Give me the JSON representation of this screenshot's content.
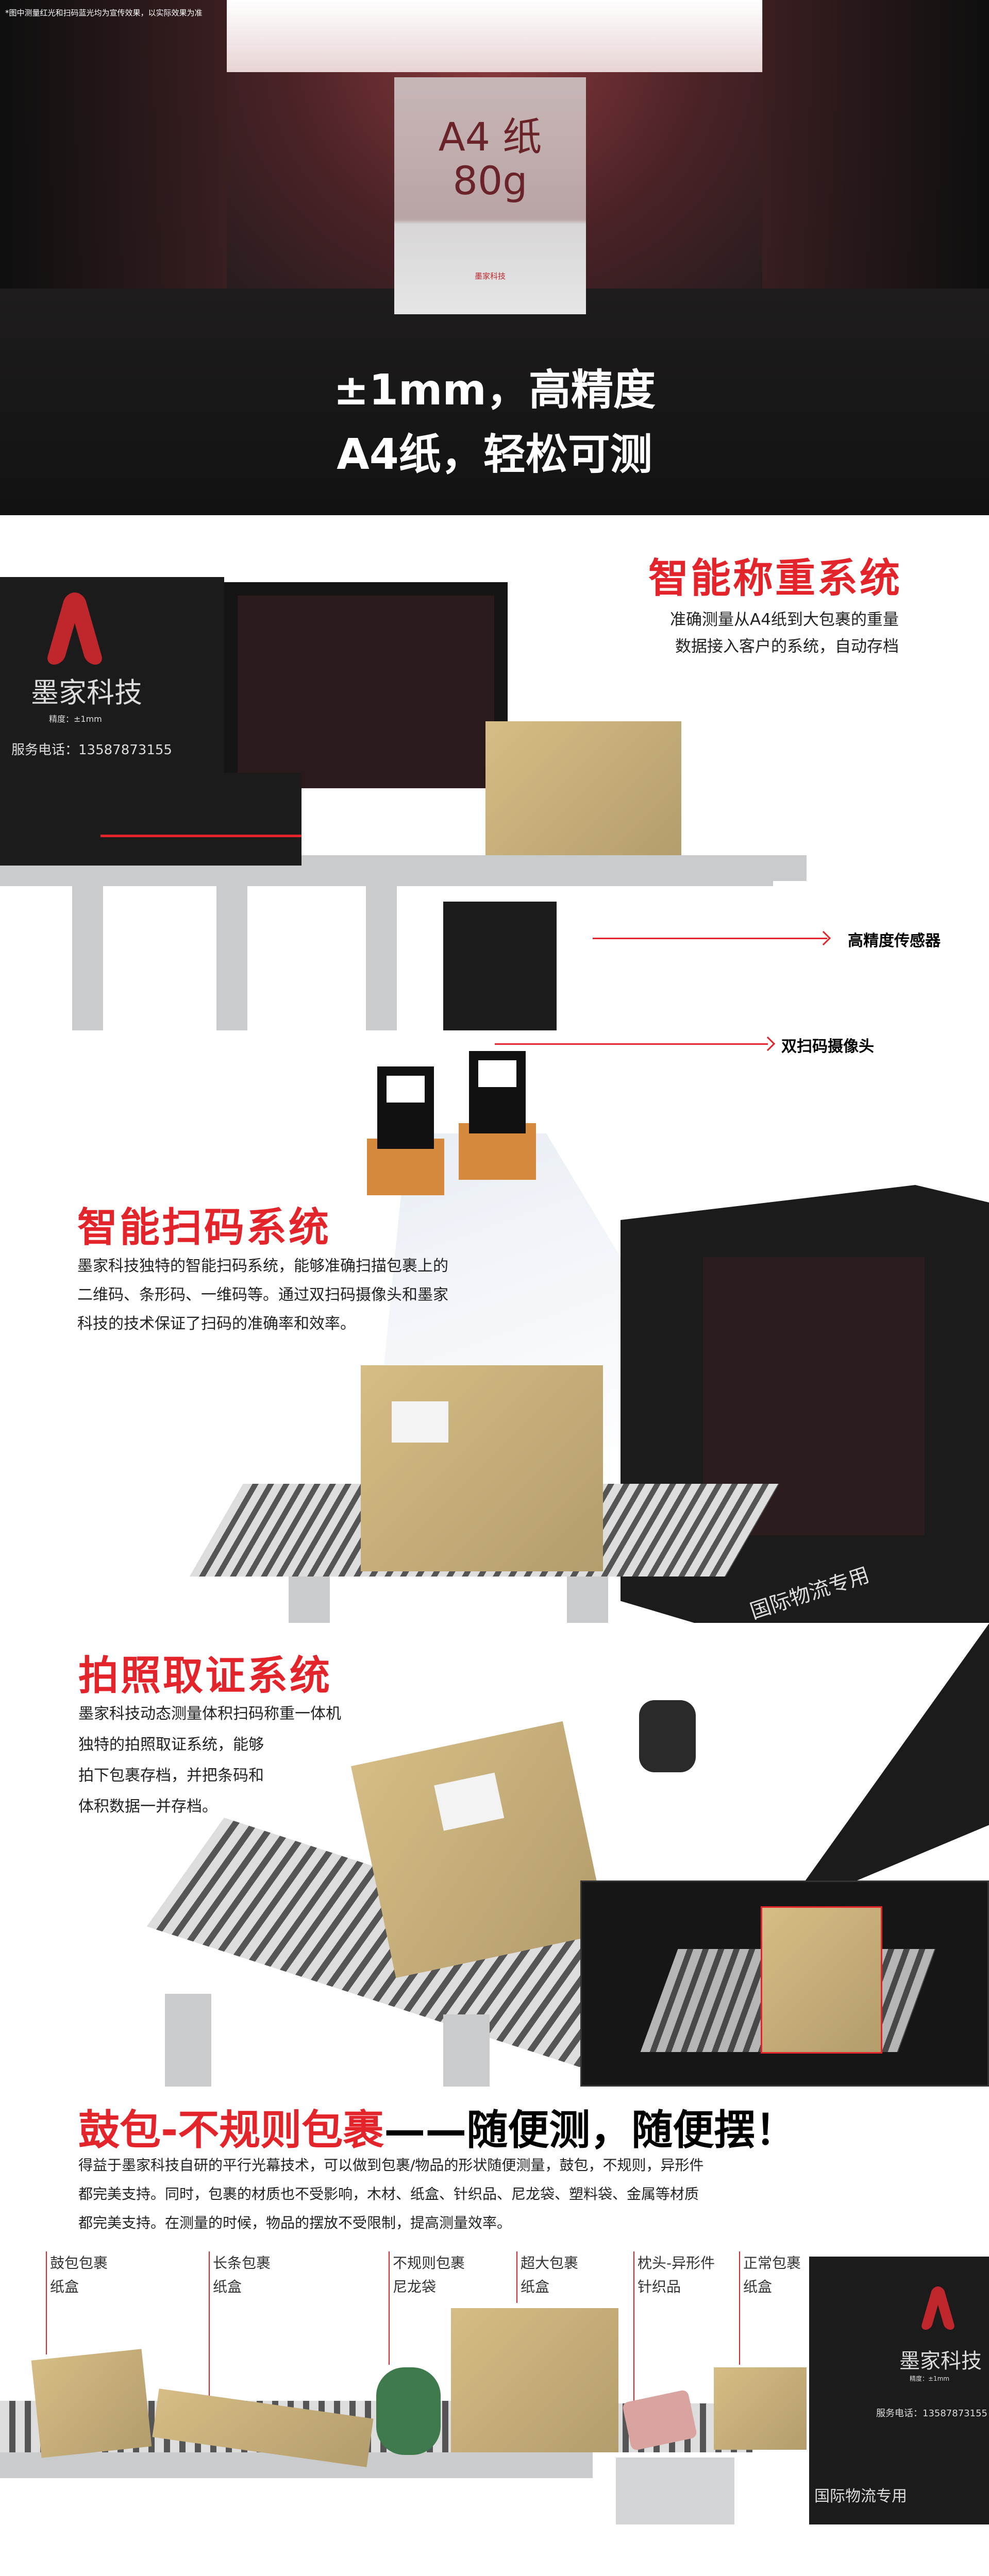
{
  "hero": {
    "disclaimer": "*图中测量红光和扫码蓝光均为宣传效果，以实际效果为准",
    "paper_line1": "A4 纸",
    "paper_line2": "80g",
    "paper_brand": "墨家科技",
    "headline1": "±1mm，高精度",
    "headline2": "A4纸，轻松可测"
  },
  "weighing": {
    "title": "智能称重系统",
    "desc": [
      "准确测量从A4纸到大包裹的重量",
      "数据接入客户的系统，自动存档"
    ],
    "sensor_label": "高精度传感器",
    "machine_brand": "墨家科技",
    "machine_precision": "精度：±1mm",
    "machine_phone": "服务电话：13587873155"
  },
  "scanning": {
    "camera_label": "双扫码摄像头",
    "title": "智能扫码系统",
    "desc": [
      "墨家科技独特的智能扫码系统，能够准确扫描包裹上的",
      "二维码、条形码、一维码等。通过双扫码摄像头和墨家",
      "科技的技术保证了扫码的准确率和效率。"
    ],
    "machine_tag": "国际物流专用"
  },
  "photo": {
    "title": "拍照取证系统",
    "desc": [
      "墨家科技动态测量体积扫码称重一体机",
      "独特的拍照取证系统，能够",
      "拍下包裹存档，并把条码和",
      "体积数据一并存档。"
    ]
  },
  "irregular": {
    "title_red": "鼓包-不规则包裹",
    "title_black": "——随便测，随便摆！",
    "desc": [
      "得益于墨家科技自研的平行光幕技术，可以做到包裹/物品的形状随便测量，鼓包，不规则，异形件",
      "都完美支持。同时，包裹的材质也不受影响，木材、纸盒、针织品、尼龙袋、塑料袋、金属等材质",
      "都完美支持。在测量的时候，物品的摆放不受限制，提高测量效率。"
    ],
    "items": [
      {
        "type": "鼓包包裹",
        "material": "纸盒"
      },
      {
        "type": "长条包裹",
        "material": "纸盒"
      },
      {
        "type": "不规则包裹",
        "material": "尼龙袋"
      },
      {
        "type": "超大包裹",
        "material": "纸盒"
      },
      {
        "type": "枕头-异形件",
        "material": "针织品"
      },
      {
        "type": "正常包裹",
        "material": "纸盒"
      }
    ],
    "machine_brand": "墨家科技",
    "machine_precision": "精度：±1mm",
    "machine_phone": "服务电话：13587873155",
    "machine_tag": "国际物流专用"
  },
  "colors": {
    "accent": "#e3242b",
    "machine": "#1b1b1b"
  }
}
